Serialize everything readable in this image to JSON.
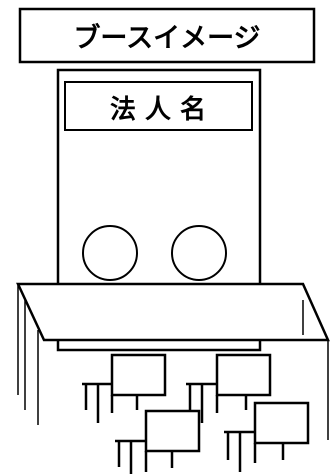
{
  "diagram": {
    "title": "ブースイメージ",
    "company_label": "法 人 名"
  },
  "colors": {
    "stroke": "#000000",
    "fill": "#ffffff"
  },
  "icons": [
    "booth-sign",
    "booth-panel",
    "speaker-circle",
    "counter-table",
    "audience-chair"
  ]
}
